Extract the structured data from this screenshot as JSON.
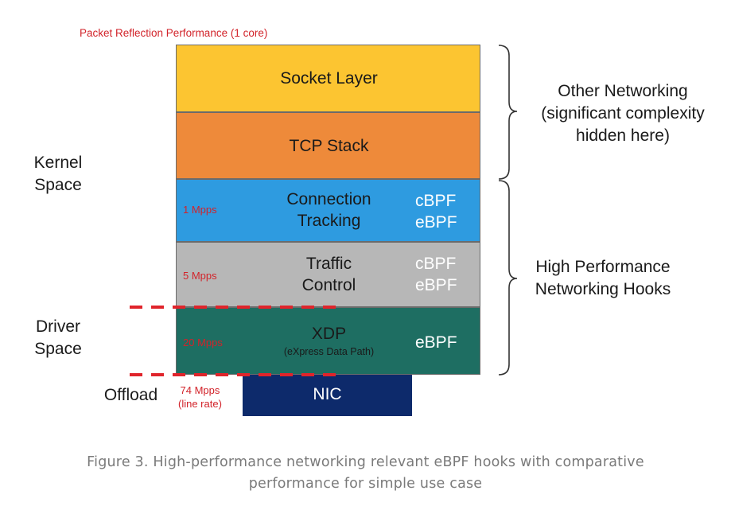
{
  "header": {
    "title": "Packet Reflection Performance (1 core)"
  },
  "left_labels": {
    "kernel_space": "Kernel\nSpace",
    "driver_space": "Driver\nSpace",
    "offload": "Offload"
  },
  "layers": {
    "socket": {
      "title": "Socket Layer",
      "color": "#fcc531"
    },
    "tcp": {
      "title": "TCP Stack",
      "color": "#ee8a3a"
    },
    "conntrack": {
      "title": "Connection\nTracking",
      "rate": "1 Mpps",
      "bpf": "cBPF\neBPF",
      "color": "#2e9be0",
      "bpf_color": "#ffffff"
    },
    "traffic": {
      "title": "Traffic\nControl",
      "rate": "5 Mpps",
      "bpf": "cBPF\neBPF",
      "color": "#b7b7b7",
      "bpf_color": "#ffffff"
    },
    "xdp": {
      "title": "XDP",
      "subtitle": "(eXpress Data Path)",
      "rate": "20 Mpps",
      "bpf": "eBPF",
      "color": "#1e6e62",
      "bpf_color": "#ffffff"
    },
    "nic": {
      "title": "NIC",
      "rate": "74 Mpps\n(line rate)",
      "color": "#0d2a6b"
    }
  },
  "right_labels": {
    "other_networking": "Other Networking\n(significant complexity\nhidden here)",
    "high_performance": "High Performance\nNetworking Hooks"
  },
  "caption": {
    "line1": "Figure 3. High-performance networking relevant  eBPF hooks with comparative",
    "line2": "performance for simple use case"
  },
  "colors": {
    "rate_red": "#d2232a",
    "dash_red": "#e0242b"
  }
}
